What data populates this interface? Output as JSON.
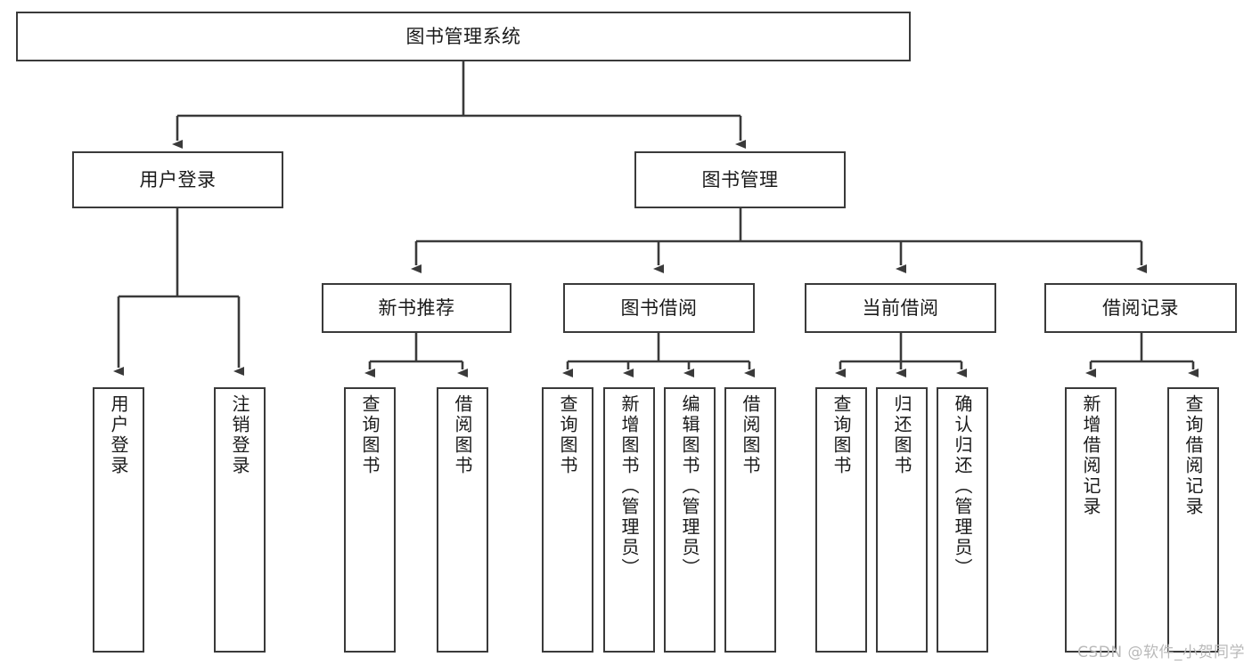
{
  "diagram": {
    "title": "图书管理系统",
    "type": "tree",
    "watermark": "CSDN @软件_小贺同学",
    "colors": {
      "box_border": "#3a3a3a",
      "box_fill": "#ffffff",
      "edge": "#3a3a3a",
      "text": "#1a1a1a",
      "watermark": "#b9b9b9"
    }
  },
  "nodes": {
    "root": {
      "label": "图书管理系统",
      "level": 0,
      "orientation": "horizontal"
    },
    "level1": [
      {
        "id": "user-login",
        "label": "用户登录",
        "orientation": "horizontal"
      },
      {
        "id": "book-manage",
        "label": "图书管理",
        "orientation": "horizontal"
      }
    ],
    "level2": [
      {
        "id": "new-book-recommend",
        "label": "新书推荐",
        "orientation": "horizontal"
      },
      {
        "id": "book-borrow",
        "label": "图书借阅",
        "orientation": "horizontal"
      },
      {
        "id": "current-borrow",
        "label": "当前借阅",
        "orientation": "horizontal"
      },
      {
        "id": "borrow-record",
        "label": "借阅记录",
        "orientation": "horizontal"
      }
    ],
    "leaves": [
      {
        "id": "leaf-user-login",
        "label": "用户登录",
        "parent": "user-login",
        "orientation": "vertical"
      },
      {
        "id": "leaf-user-logout",
        "label": "注销登录",
        "parent": "user-login",
        "orientation": "vertical"
      },
      {
        "id": "leaf-query-book-1",
        "label": "查询图书",
        "parent": "new-book-recommend",
        "orientation": "vertical"
      },
      {
        "id": "leaf-borrow-book-1",
        "label": "借阅图书",
        "parent": "new-book-recommend",
        "orientation": "vertical"
      },
      {
        "id": "leaf-query-book-2",
        "label": "查询图书",
        "parent": "book-borrow",
        "orientation": "vertical"
      },
      {
        "id": "leaf-add-book",
        "label": "新增图书（管理员）",
        "parent": "book-borrow",
        "orientation": "vertical"
      },
      {
        "id": "leaf-edit-book",
        "label": "编辑图书（管理员）",
        "parent": "book-borrow",
        "orientation": "vertical"
      },
      {
        "id": "leaf-borrow-book-2",
        "label": "借阅图书",
        "parent": "book-borrow",
        "orientation": "vertical"
      },
      {
        "id": "leaf-query-book-3",
        "label": "查询图书",
        "parent": "current-borrow",
        "orientation": "vertical"
      },
      {
        "id": "leaf-return-book",
        "label": "归还图书",
        "parent": "current-borrow",
        "orientation": "vertical"
      },
      {
        "id": "leaf-confirm-return",
        "label": "确认归还（管理员）",
        "parent": "current-borrow",
        "orientation": "vertical"
      },
      {
        "id": "leaf-add-record",
        "label": "新增借阅记录",
        "parent": "borrow-record",
        "orientation": "vertical"
      },
      {
        "id": "leaf-query-record",
        "label": "查询借阅记录",
        "parent": "borrow-record",
        "orientation": "vertical"
      }
    ]
  }
}
